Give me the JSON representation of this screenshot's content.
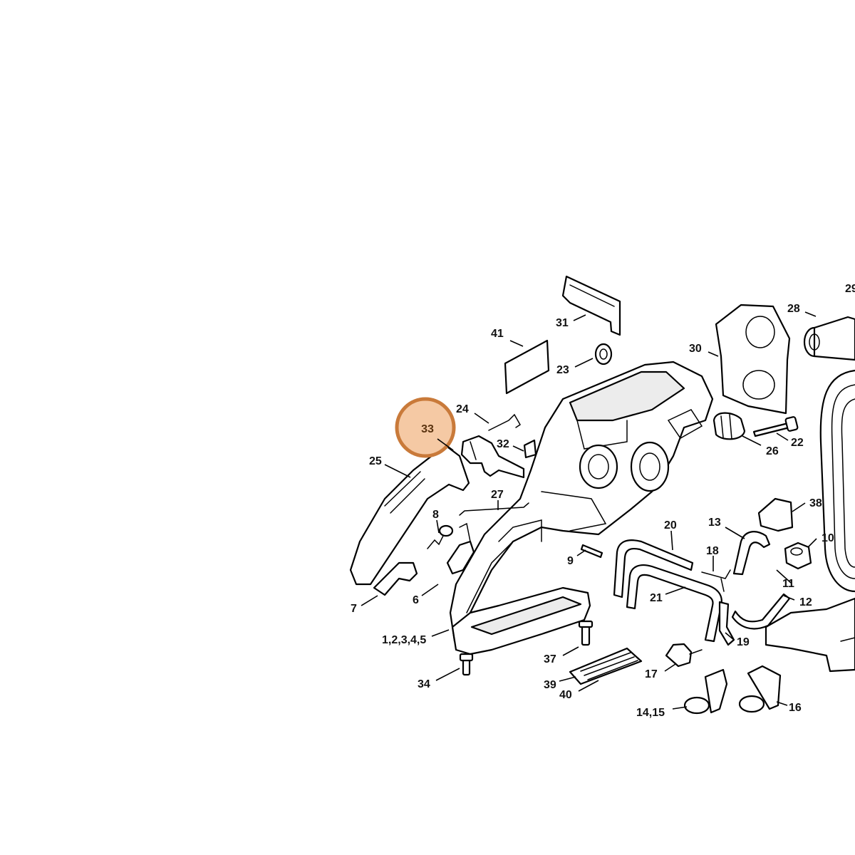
{
  "highlight": {
    "label": "33",
    "fill": "#f5c9a4",
    "stroke": "#c97a3a"
  },
  "callouts": {
    "c29": "29",
    "c28": "28",
    "c30": "30",
    "c31": "31",
    "c41": "41",
    "c23": "23",
    "c24": "24",
    "c32": "32",
    "c26": "26",
    "c22": "22",
    "c25": "25",
    "c27": "27",
    "c8": "8",
    "c38": "38",
    "c13": "13",
    "c20": "20",
    "c10": "10",
    "c18": "18",
    "c9": "9",
    "c11": "11",
    "c21": "21",
    "c12": "12",
    "c7": "7",
    "c6": "6",
    "c1_5": "1,2,3,4,5",
    "c19": "19",
    "c37": "37",
    "c34": "34",
    "c17": "17",
    "c39": "39",
    "c40": "40",
    "c16": "16",
    "c14_15": "14,15"
  }
}
